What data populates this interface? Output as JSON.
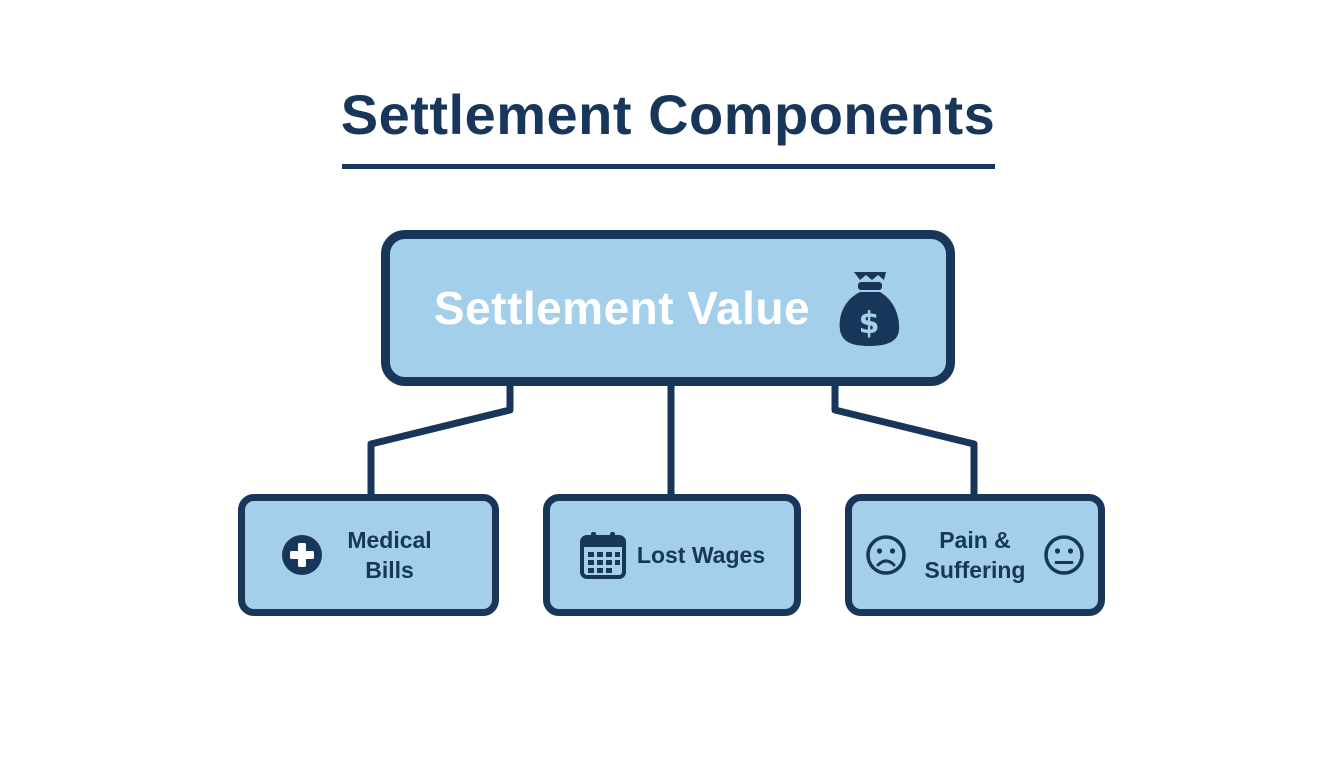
{
  "title": "Settlement Components",
  "root": {
    "label": "Settlement Value",
    "icon": "money-bag-icon",
    "icon_symbol": "$"
  },
  "children": [
    {
      "label_line1": "Medical",
      "label_line2": "Bills",
      "icon": "medical-cross-icon"
    },
    {
      "label": "Lost Wages",
      "icon": "calendar-icon"
    },
    {
      "label_line1": "Pain &",
      "label_line2": "Suffering",
      "icon_left": "sad-face-icon",
      "icon_right": "neutral-face-icon"
    }
  ],
  "colors": {
    "dark_navy": "#17365a",
    "box_fill": "#a3cfea",
    "root_text": "#ffffff",
    "background": "#ffffff"
  }
}
